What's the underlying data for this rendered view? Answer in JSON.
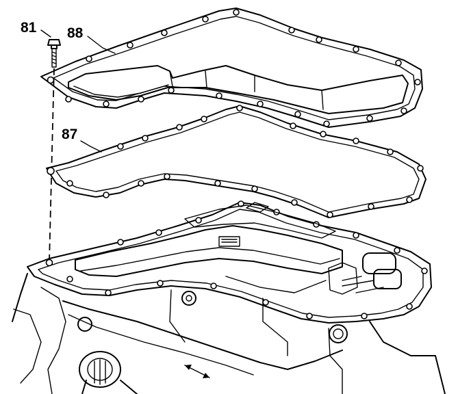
{
  "callouts": {
    "bolt": "81",
    "pan": "88",
    "gasket": "87"
  },
  "colors": {
    "ink": "#000000",
    "paper": "#ffffff"
  }
}
